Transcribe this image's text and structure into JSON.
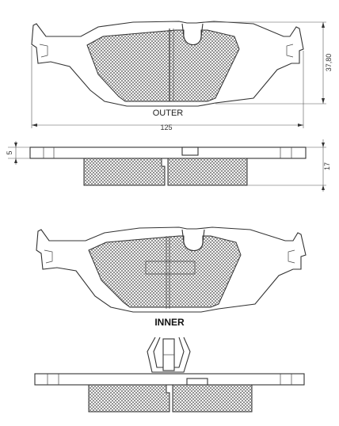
{
  "labels": {
    "outer": "OUTER",
    "inner": "INNER"
  },
  "dimensions": {
    "width": "125",
    "height": "37,80",
    "backplate_thickness": "5",
    "total_thickness": "17"
  }
}
